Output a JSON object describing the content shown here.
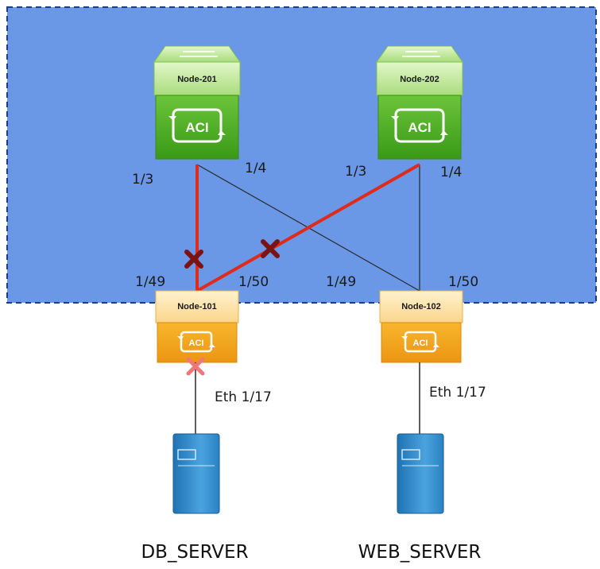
{
  "colors": {
    "fabric_fill": "#6a97e6",
    "fabric_border": "#1a3f8a",
    "spine_green": "#4aa81e",
    "spine_green_light": "#b8e58f",
    "leaf_orange": "#f2a51c",
    "leaf_orange_light": "#fde3a6",
    "red_link": "#e02a1a",
    "thin_link": "#2a2a2a",
    "failure_x_dark": "#7a1414",
    "failure_x_light": "#f07878"
  },
  "spines": [
    {
      "id": "node-201",
      "label": "Node-201",
      "badge": "ACI"
    },
    {
      "id": "node-202",
      "label": "Node-202",
      "badge": "ACI"
    }
  ],
  "leaves": [
    {
      "id": "node-101",
      "label": "Node-101",
      "badge": "ACI"
    },
    {
      "id": "node-102",
      "label": "Node-102",
      "badge": "ACI"
    }
  ],
  "ports": {
    "spine201_p3": "1/3",
    "spine201_p4": "1/4",
    "spine202_p3": "1/3",
    "spine202_p4": "1/4",
    "leaf101_p49": "1/49",
    "leaf101_p50": "1/50",
    "leaf102_p49": "1/49",
    "leaf102_p50": "1/50"
  },
  "links": [
    {
      "from": "Node-201 1/3",
      "to": "Node-101 1/49",
      "state": "failed"
    },
    {
      "from": "Node-202 1/3",
      "to": "Node-101 1/50",
      "state": "failed"
    },
    {
      "from": "Node-201 1/4",
      "to": "Node-102 1/49",
      "state": "up"
    },
    {
      "from": "Node-202 1/4",
      "to": "Node-102 1/50",
      "state": "up"
    }
  ],
  "server_links": [
    {
      "leaf": "Node-101",
      "port": "Eth 1/17",
      "state": "failed"
    },
    {
      "leaf": "Node-102",
      "port": "Eth 1/17",
      "state": "up"
    }
  ],
  "servers": [
    {
      "id": "db-server",
      "label": "DB_SERVER"
    },
    {
      "id": "web-server",
      "label": "WEB_SERVER"
    }
  ]
}
